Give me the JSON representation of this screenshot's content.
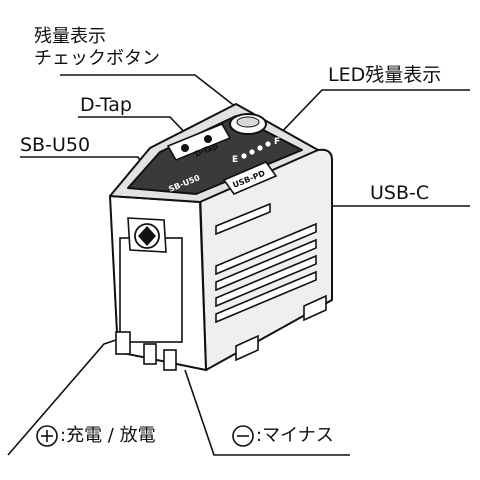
{
  "callouts": {
    "check_button_line1": "残量表示",
    "check_button_line2": "チェックボタン",
    "led_indicator": "LED残量表示",
    "dtap": "D-Tap",
    "sbu50": "SB-U50",
    "usbc": "USB-C",
    "plus_terminal": ":充電 / 放電",
    "minus_terminal": ":マイナス"
  },
  "device_markings": {
    "dtap_port": "D-Tap",
    "sbu50_port": "SB-U50",
    "usb_port": "USB-PD",
    "led_empty": "E",
    "led_full": "F"
  },
  "symbols": {
    "plus": "+",
    "minus": "−"
  }
}
